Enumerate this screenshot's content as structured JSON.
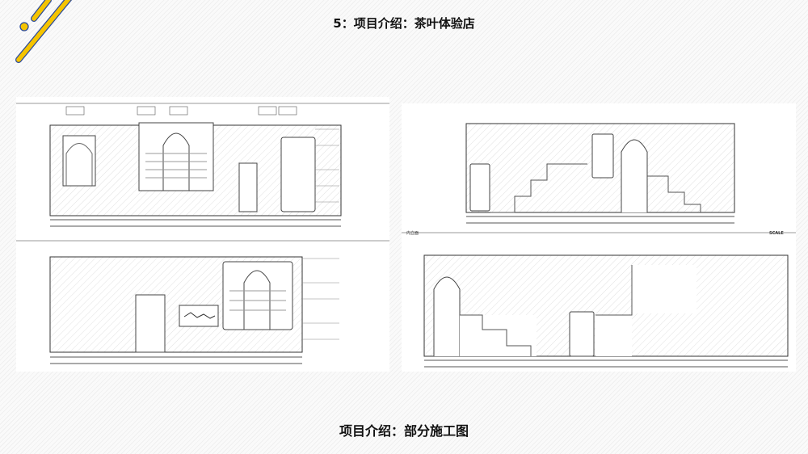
{
  "slide": {
    "title": "5：项目介绍：茶叶体验店",
    "caption": "项目介绍：部分施工图"
  },
  "drawings": {
    "right_bottom_view_label": "内立面",
    "scale_label": "SCALE"
  },
  "colors": {
    "accent_yellow": "#f5c400",
    "accent_blue": "#2b4a9b"
  }
}
